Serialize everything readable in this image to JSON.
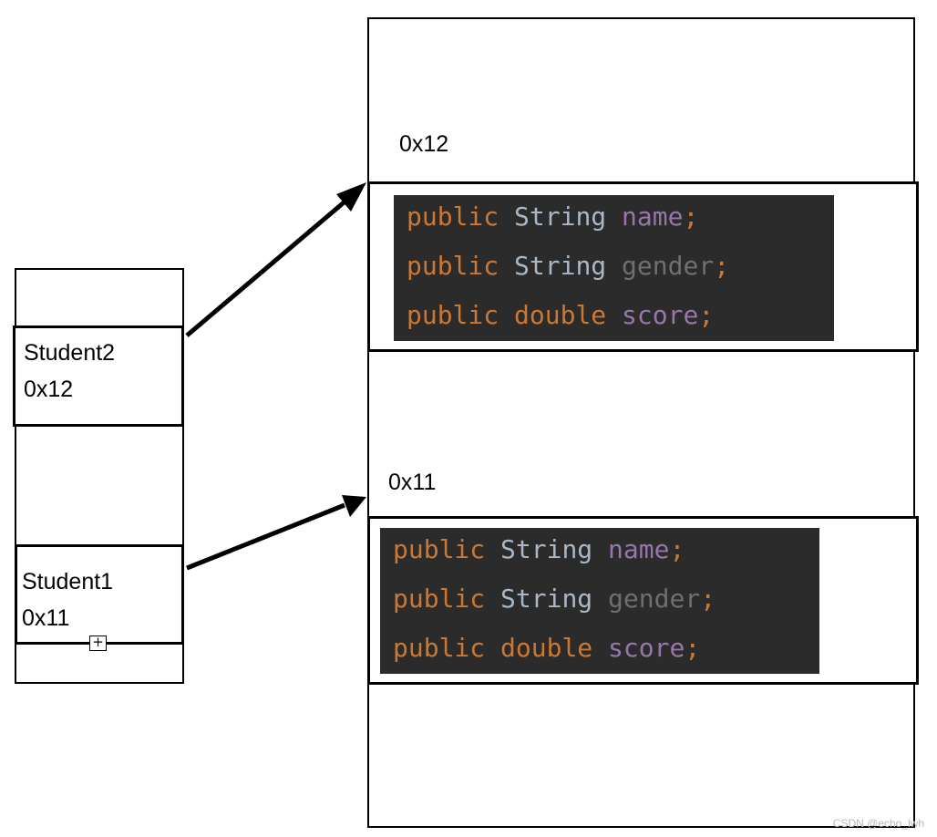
{
  "stack": {
    "frames": [
      {
        "name": "Student2",
        "address": "0x12"
      },
      {
        "name": "Student1",
        "address": "0x11"
      }
    ]
  },
  "heap": {
    "objects": [
      {
        "address": "0x12",
        "fields": [
          {
            "modifier": "public",
            "type": "String",
            "name": "name",
            "semi": ";"
          },
          {
            "modifier": "public",
            "type": "String",
            "name": "gender",
            "semi": ";"
          },
          {
            "modifier": "public",
            "type": "double",
            "name": "score",
            "semi": ";"
          }
        ]
      },
      {
        "address": "0x11",
        "fields": [
          {
            "modifier": "public",
            "type": "String",
            "name": "name",
            "semi": ";"
          },
          {
            "modifier": "public",
            "type": "String",
            "name": "gender",
            "semi": ";"
          },
          {
            "modifier": "public",
            "type": "double",
            "name": "score",
            "semi": ";"
          }
        ]
      }
    ]
  },
  "watermark": "CSDN @echo_lwh",
  "icons": {
    "expand": "plus-box-icon"
  },
  "colors": {
    "code_bg": "#2b2b2b",
    "keyword": "#cc7832",
    "type": "#a9b7c6",
    "field": "#9876aa",
    "field_dim": "#6f6f6f"
  }
}
